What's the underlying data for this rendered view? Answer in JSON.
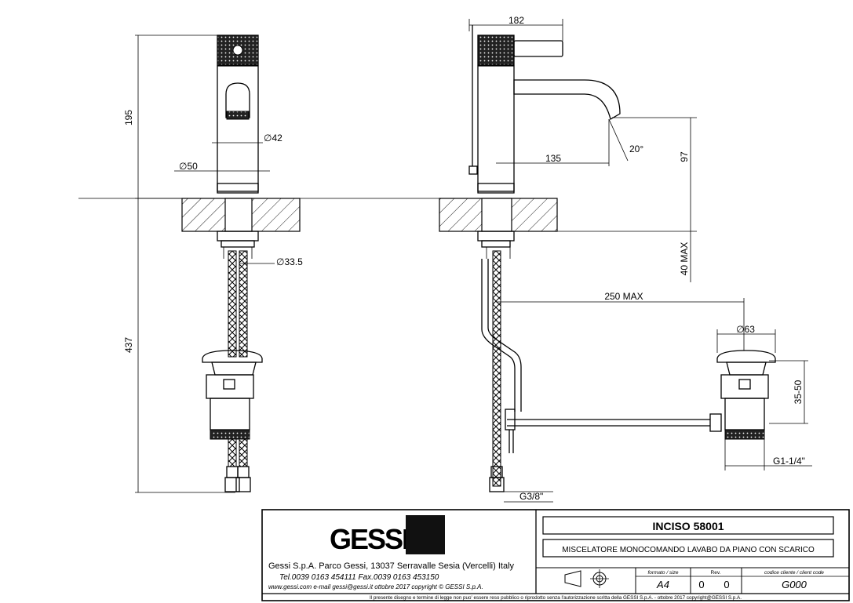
{
  "drawing": {
    "dimensions": {
      "d195": "195",
      "d42": "∅42",
      "d50": "∅50",
      "d33_5": "∅33.5",
      "d437": "437",
      "d182": "182",
      "d135": "135",
      "d20": "20°",
      "d97": "97",
      "d40max": "40 MAX",
      "d250max": "250  MAX",
      "d63": "∅63",
      "d35_50": "35-50",
      "g1_1_4": "G1-1/4\"",
      "g3_8": "G3/8\""
    }
  },
  "title_block": {
    "logo_text": "GESSI",
    "company_line1": "Gessi S.p.A. Parco Gessi, 13037 Serravalle Sesia (Vercelli) Italy",
    "company_line2": "Tel.0039  0163  454111  Fax.0039  0163  453150",
    "company_line3": "www.gessi.com  e-mail  gessi@gessi.it     ottobre  2017    copyright © GESSI  S.p.A.",
    "product_code": "INCISO  58001",
    "product_desc": "MISCELATORE MONOCOMANDO LAVABO DA PIANO CON SCARICO",
    "format_label": "formato / size",
    "format_value": "A4",
    "rev_label": "Rev.",
    "rev_value_1": "0",
    "rev_value_2": "0",
    "client_label": "codice cliente / client code",
    "client_value": "G000",
    "footer_notice": "Il  presente  disegno  e  termine  di  legge  non  puo'  essere  reso  pubblico  o  riprodotto  senza  l'autorizzazione  scritta  della  GESSI  S.p.A.  -  ottobre  2017  copyright@GESSI  S.p.A."
  }
}
